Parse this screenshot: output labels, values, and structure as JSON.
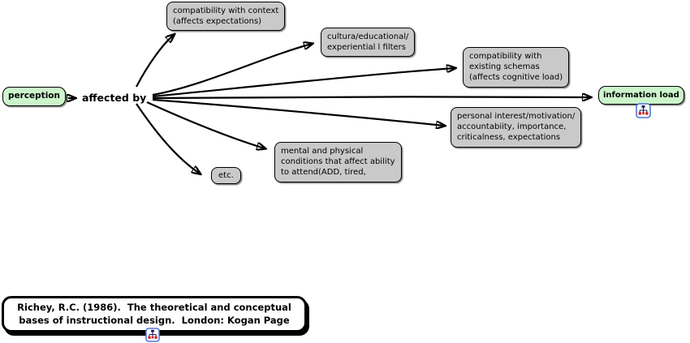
{
  "diagram": {
    "root_node": {
      "label": "perception"
    },
    "link_label": {
      "label": "affected by"
    },
    "nodes": {
      "compatibility_context": {
        "label": "compatibility with context\n(affects expectations)"
      },
      "cultural_filters": {
        "label": "cultura/educational/\nexperiential l filters"
      },
      "existing_schemas": {
        "label": "compatibility with\nexisting schemas\n(affects cognitive load)"
      },
      "information_load": {
        "label": "information load"
      },
      "personal_interest": {
        "label": "personal interest/motivation/\naccountabiity, importance,\ncriticalness, expectations"
      },
      "mental_physical": {
        "label": "mental and physical\nconditions that affect ability\nto attend(ADD, tired,"
      },
      "etc": {
        "label": "etc."
      }
    },
    "citation": {
      "label": "Richey, R.C. (1986).  The theoretical and conceptual\nbases of instructional design.  London: Kogan Page"
    },
    "icons": {
      "subdiagram_information_load": "subdiagram-icon",
      "subdiagram_citation": "subdiagram-icon"
    },
    "colors": {
      "canvas": "#ffffff",
      "node_green": "#ccf5cc",
      "node_gray": "#c9c9c9",
      "outline": "#000000",
      "icon_border": "#4f74d2",
      "icon_node_red": "#cc2222",
      "icon_node_dark": "#1a1a5e"
    }
  }
}
